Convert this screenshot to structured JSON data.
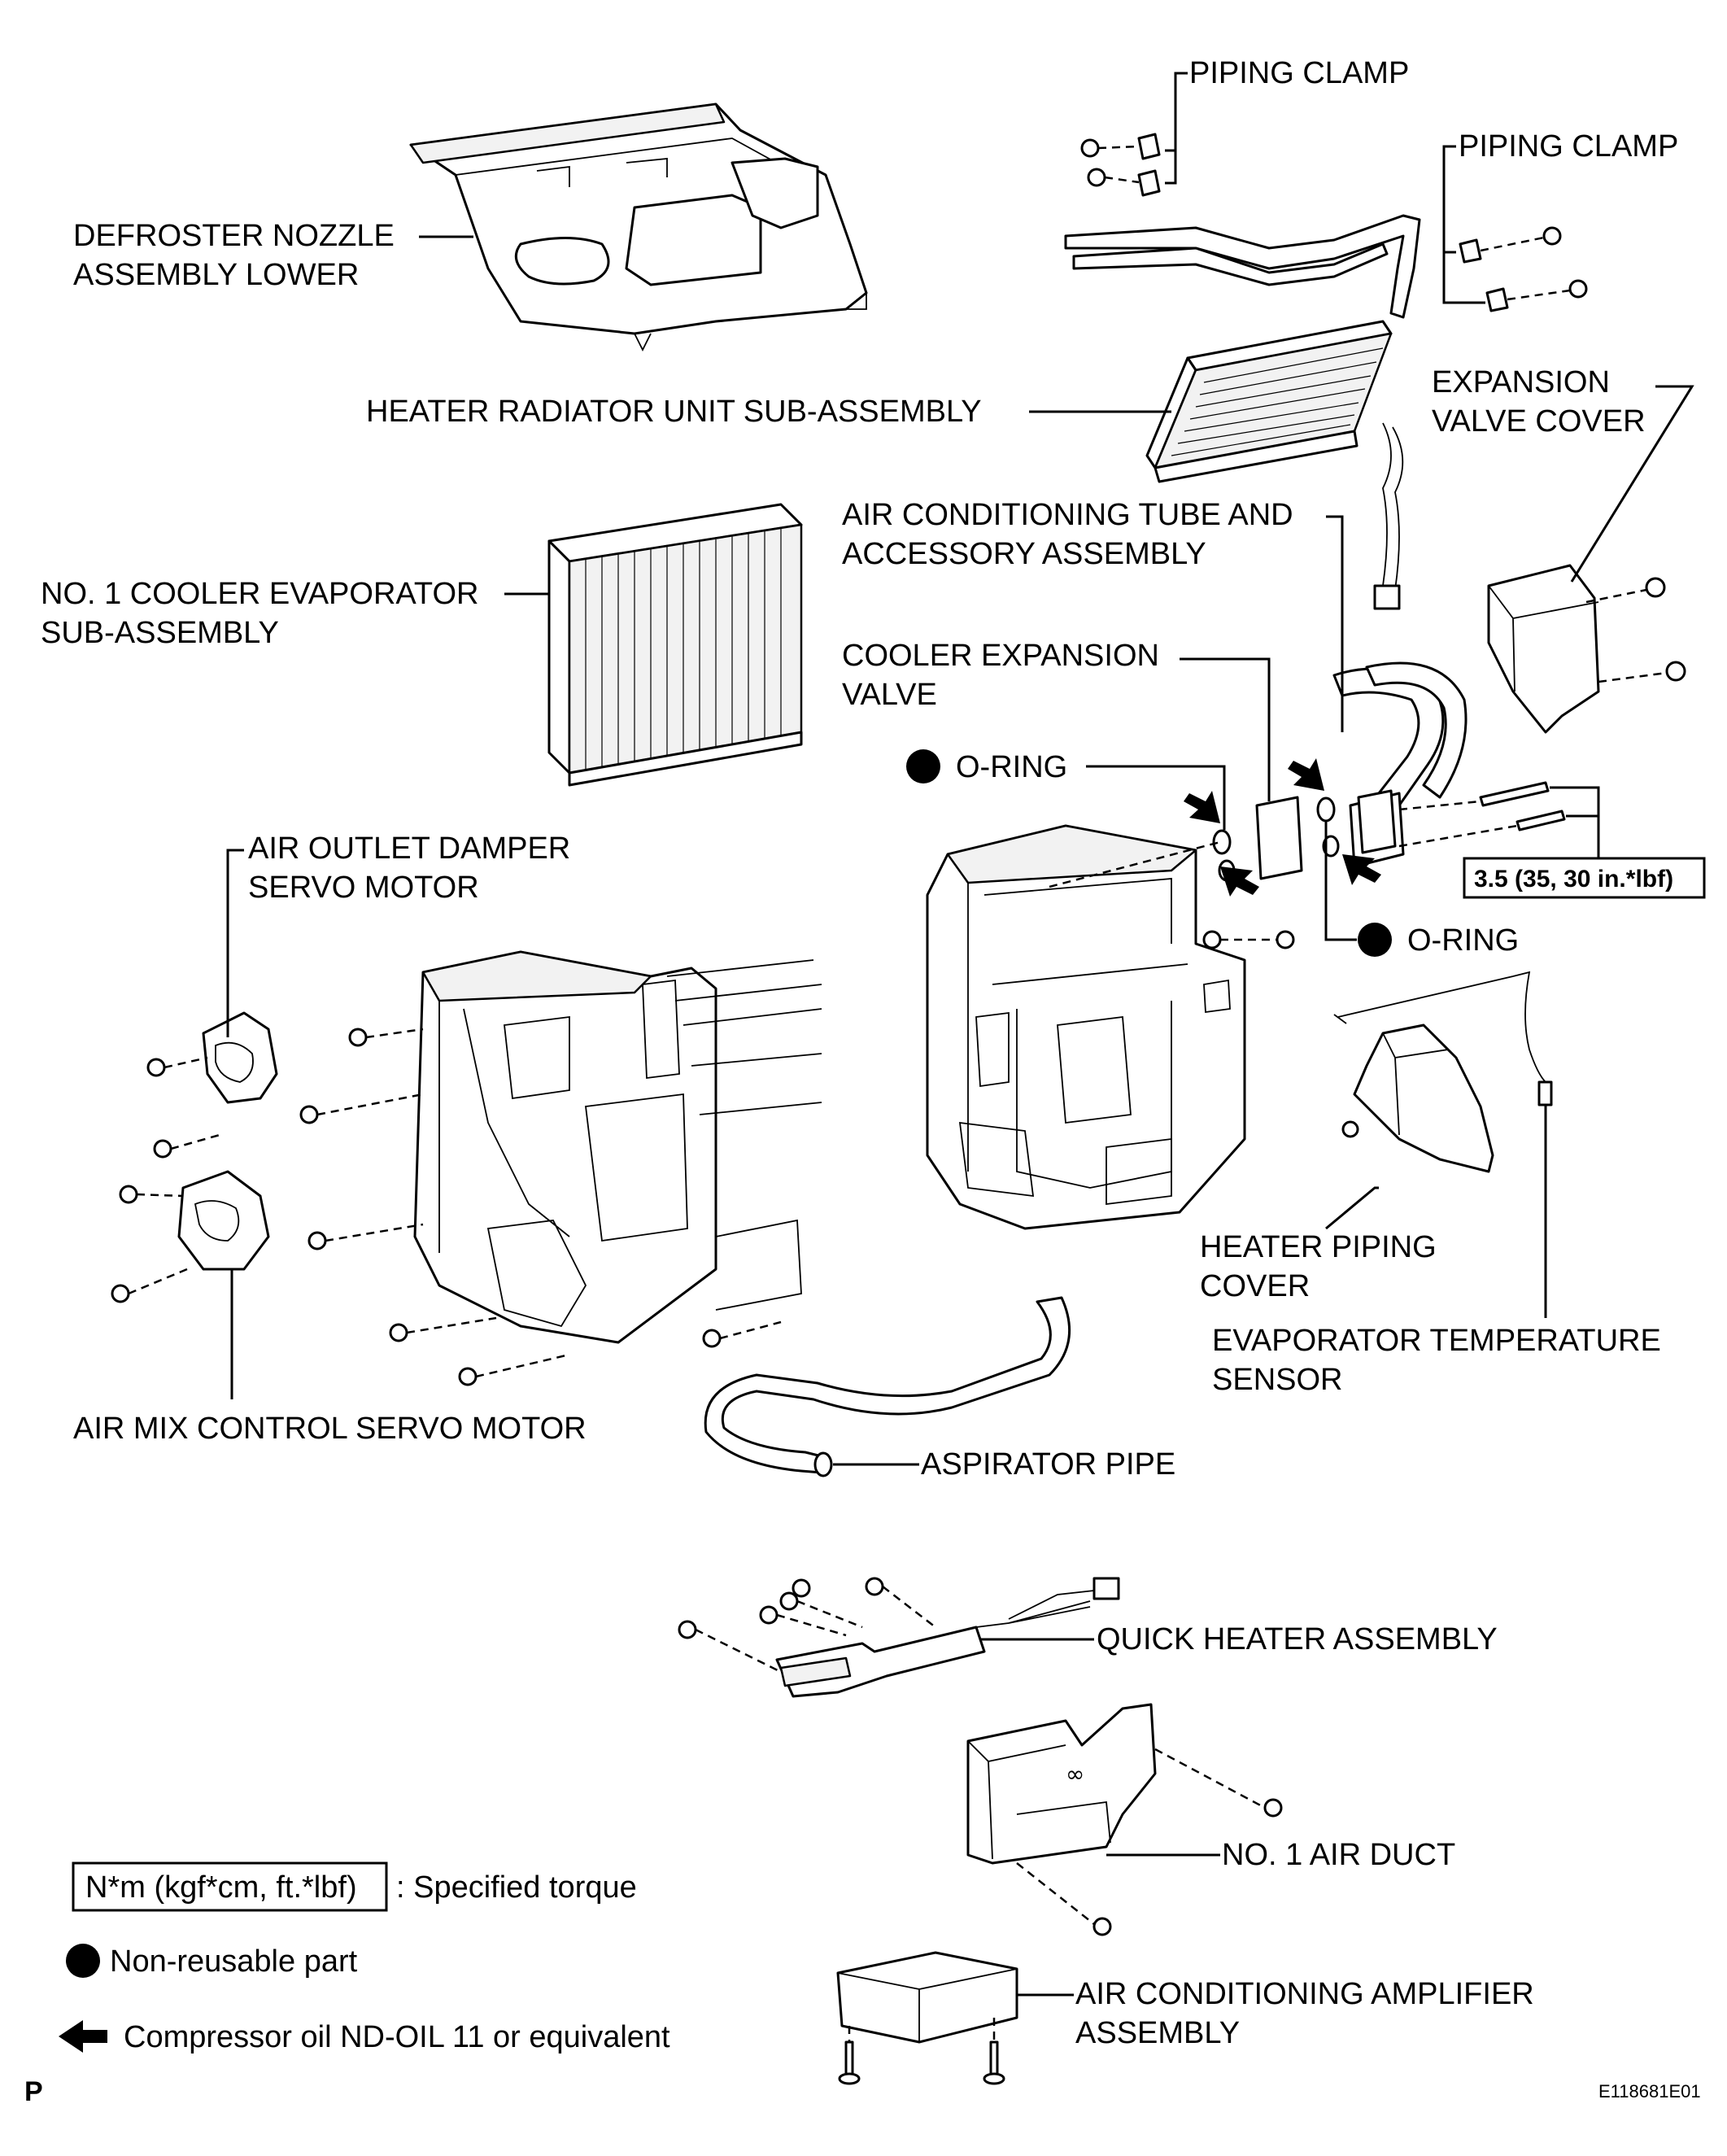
{
  "labels": {
    "piping_clamp_1": "PIPING CLAMP",
    "piping_clamp_2": "PIPING CLAMP",
    "defroster_1": "DEFROSTER NOZZLE",
    "defroster_2": "ASSEMBLY LOWER",
    "heater_radiator": "HEATER RADIATOR UNIT SUB-ASSEMBLY",
    "expansion_cover_1": "EXPANSION",
    "expansion_cover_2": "VALVE COVER",
    "ac_tube_1": "AIR CONDITIONING TUBE AND",
    "ac_tube_2": "ACCESSORY ASSEMBLY",
    "evaporator_1": "NO. 1 COOLER EVAPORATOR",
    "evaporator_2": "SUB-ASSEMBLY",
    "exp_valve_1": "COOLER EXPANSION",
    "exp_valve_2": "VALVE",
    "oring_1": "O-RING",
    "oring_2": "O-RING",
    "air_outlet_1": "AIR OUTLET DAMPER",
    "air_outlet_2": "SERVO MOTOR",
    "torque_value": "3.5 (35, 30 in.*lbf)",
    "heater_piping_1": "HEATER PIPING",
    "heater_piping_2": "COVER",
    "evap_sensor_1": "EVAPORATOR TEMPERATURE",
    "evap_sensor_2": "SENSOR",
    "air_mix": "AIR MIX CONTROL SERVO MOTOR",
    "aspirator": "ASPIRATOR PIPE",
    "quick_heater": "QUICK HEATER ASSEMBLY",
    "air_duct": "NO. 1 AIR DUCT",
    "amplifier_1": "AIR CONDITIONING AMPLIFIER",
    "amplifier_2": "ASSEMBLY"
  },
  "legend": {
    "torque_box": "N*m (kgf*cm, ft.*lbf)",
    "torque_text": ": Specified torque",
    "nonreusable": "Non-reusable part",
    "oil": "Compressor oil ND-OIL 11 or equivalent"
  },
  "corner": {
    "left": "P",
    "right": "E118681E01"
  }
}
